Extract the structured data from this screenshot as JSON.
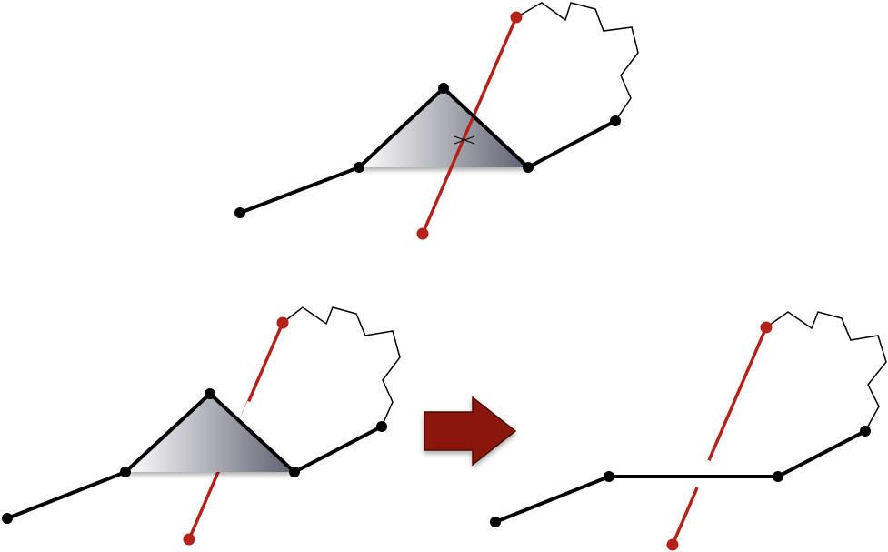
{
  "colors": {
    "background": "#ffffff",
    "polyline": "#000000",
    "segment": "#b5221b",
    "arrow": "#8b1209",
    "arrow_outline": "#4a0a05",
    "triangle_dark": "#5e5e6e",
    "triangle_light": "#ffffff"
  },
  "panels": [
    {
      "id": "top-before",
      "label": ""
    },
    {
      "id": "bottom-before",
      "label": ""
    },
    {
      "id": "bottom-after",
      "label": ""
    }
  ],
  "arrow": {
    "direction": "right",
    "label": ""
  }
}
